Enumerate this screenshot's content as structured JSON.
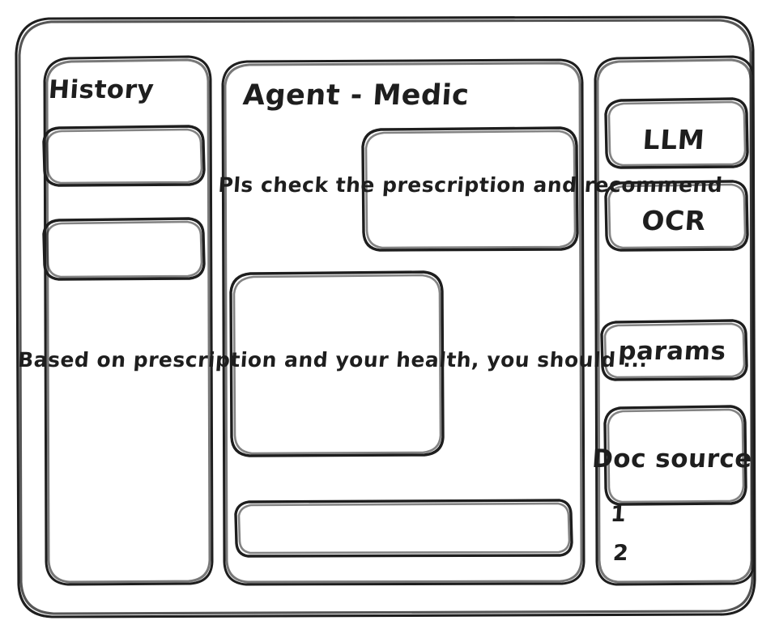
{
  "app": {
    "style": "hand-drawn-wireframe",
    "background_color": "#ffffff",
    "ink_color": "#1e1e1e"
  },
  "sidebar_left": {
    "title": "History",
    "items": [
      {
        "label": ""
      },
      {
        "label": ""
      }
    ]
  },
  "main": {
    "title": "Agent - Medic",
    "messages": [
      {
        "role": "user",
        "align": "right",
        "text": "Pls check the prescription and recommend"
      },
      {
        "role": "assistant",
        "align": "left",
        "text": "Based on prescription and your health, you should ..."
      }
    ],
    "composer": {
      "value": "",
      "placeholder": ""
    }
  },
  "sidebar_right": {
    "tools": [
      {
        "label": "LLM"
      },
      {
        "label": "OCR"
      }
    ],
    "params_label": "params",
    "doc_source_label": "Doc source",
    "doc_sources": [
      {
        "label": "1"
      },
      {
        "label": "2"
      }
    ]
  }
}
